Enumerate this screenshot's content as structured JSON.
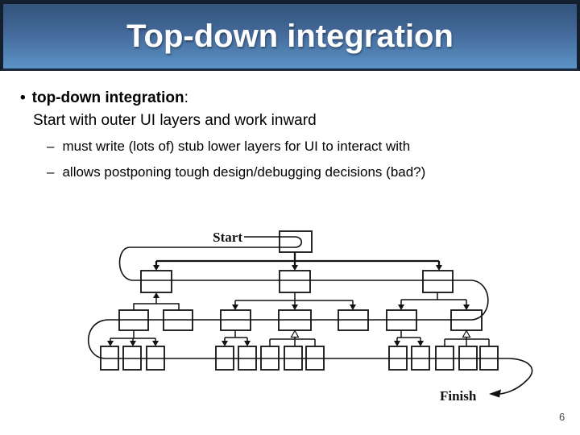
{
  "slide": {
    "title": "Top-down integration",
    "page_number": "6"
  },
  "bullets": {
    "marker": "•",
    "term": "top-down integration",
    "term_suffix": ":",
    "subtitle": "Start with outer UI layers and work inward",
    "dash": "–",
    "items": [
      "must write (lots of) stub lower layers for UI to interact with",
      "allows postponing tough design/debugging decisions (bad?)"
    ]
  },
  "diagram": {
    "start_label": "Start",
    "finish_label": "Finish",
    "type": "module-integration-tree",
    "levels": [
      1,
      3,
      7,
      13
    ],
    "traversal": "serpentine path from Start at root, sweeping right through level 2, left through level 3, right through level 4, ending at Finish"
  },
  "colors": {
    "header_gradient_top": "#31547a",
    "header_gradient_bottom": "#5b93c6",
    "header_border": "#131f2e",
    "title_text": "#ffffff",
    "body_text": "#000000",
    "diagram_line": "#111111",
    "page_number": "#4a4a4a"
  }
}
